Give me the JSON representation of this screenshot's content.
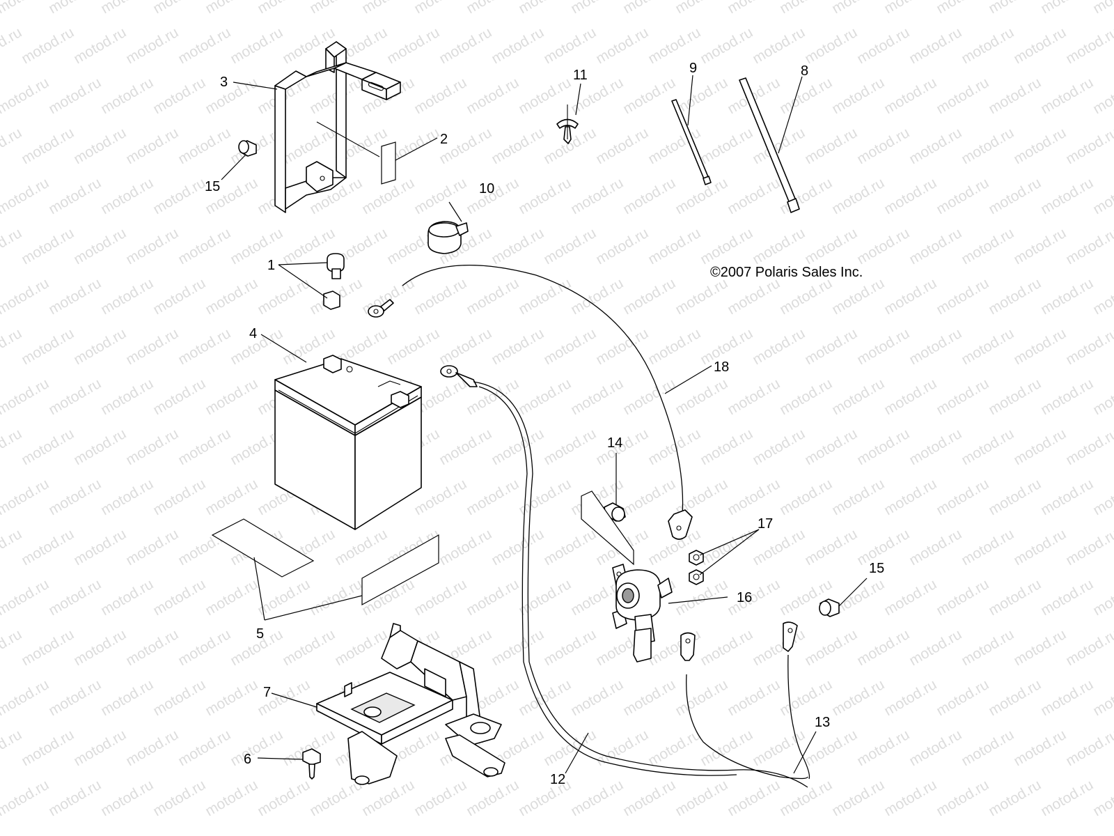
{
  "watermark": {
    "text": "motod.ru"
  },
  "copyright": "©2007 Polaris Sales Inc.",
  "callouts": [
    {
      "id": "c1",
      "text": "1"
    },
    {
      "id": "c2",
      "text": "2"
    },
    {
      "id": "c3",
      "text": "3"
    },
    {
      "id": "c4",
      "text": "4"
    },
    {
      "id": "c5",
      "text": "5"
    },
    {
      "id": "c6",
      "text": "6"
    },
    {
      "id": "c7",
      "text": "7"
    },
    {
      "id": "c8",
      "text": "8"
    },
    {
      "id": "c9",
      "text": "9"
    },
    {
      "id": "c10",
      "text": "10"
    },
    {
      "id": "c11",
      "text": "11"
    },
    {
      "id": "c12",
      "text": "12"
    },
    {
      "id": "c13",
      "text": "13"
    },
    {
      "id": "c14",
      "text": "14"
    },
    {
      "id": "c15a",
      "text": "15"
    },
    {
      "id": "c15b",
      "text": "15"
    },
    {
      "id": "c16",
      "text": "16"
    },
    {
      "id": "c17",
      "text": "17"
    },
    {
      "id": "c18",
      "text": "18"
    }
  ]
}
